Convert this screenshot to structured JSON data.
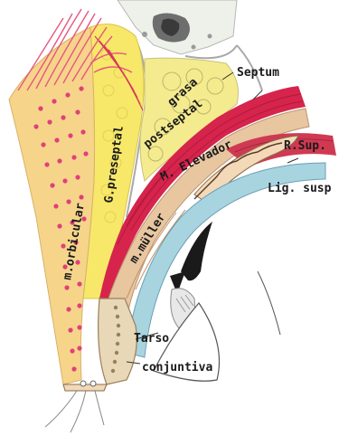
{
  "labels": {
    "orbicular": "m.orbicular",
    "preseptal": "G.preseptal",
    "grasa": "grasa",
    "postseptal": "postseptal",
    "septum": "Septum",
    "elevador": "M. Elevador",
    "r_sup": "R.Sup.",
    "lig_susp": "Lig. susp",
    "muller": "m.müller",
    "tarso": "Tarso",
    "conjuntiva": "conjuntiva"
  },
  "colors": {
    "orbicular_base": "#f6d58a",
    "orbicular_dots": "#e0407a",
    "orbicular_fibers": "#e8567f",
    "preseptal_fat": "#f7e86a",
    "postseptal_fat": "#f4eb8f",
    "septum": "#cfcfcf",
    "elevador": "#d6244c",
    "muller": "#c9a07a",
    "tarso": "#e8d8b8",
    "conjuntiva": "#a8d4e0",
    "rectus": "#cf3a52",
    "globe_dark": "#1a1a1a",
    "bone_grey": "#8a8a8a"
  }
}
